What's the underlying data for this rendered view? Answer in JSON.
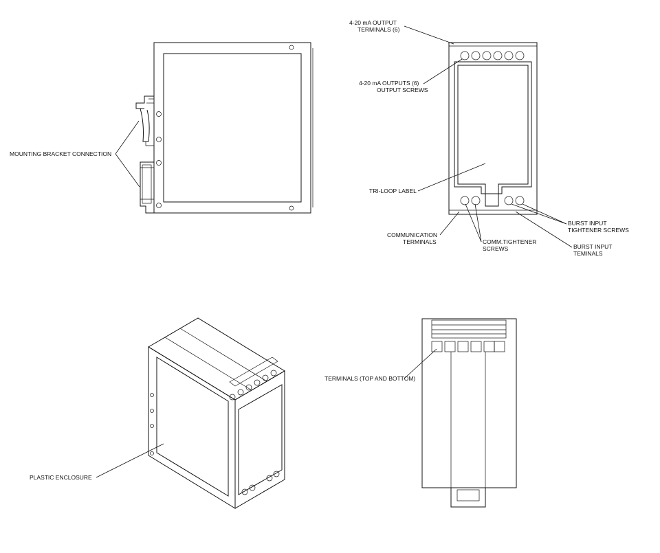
{
  "labels": {
    "mounting_bracket": "MOUNTING BRACKET CONNECTION",
    "output_terminals": [
      "4-20 mA OUTPUT",
      "TERMINALS (6)"
    ],
    "output_screws": [
      "4-20 mA OUTPUTS (6)",
      "OUTPUT SCREWS"
    ],
    "tri_loop_label": "TRI-LOOP LABEL",
    "communication_terminals": [
      "COMMUNICATION",
      "TERMINALS"
    ],
    "comm_tightener_screws": [
      "COMM.TIGHTENER",
      "SCREWS"
    ],
    "burst_input_tightener": [
      "BURST INPUT",
      "TIGHTENER SCREWS"
    ],
    "burst_input_terminals": [
      "BURST INPUT",
      "TEMINALS"
    ],
    "terminals_top_bottom": "TERMINALS (TOP AND BOTTOM)",
    "plastic_enclosure": "PLASTIC ENCLOSURE"
  }
}
